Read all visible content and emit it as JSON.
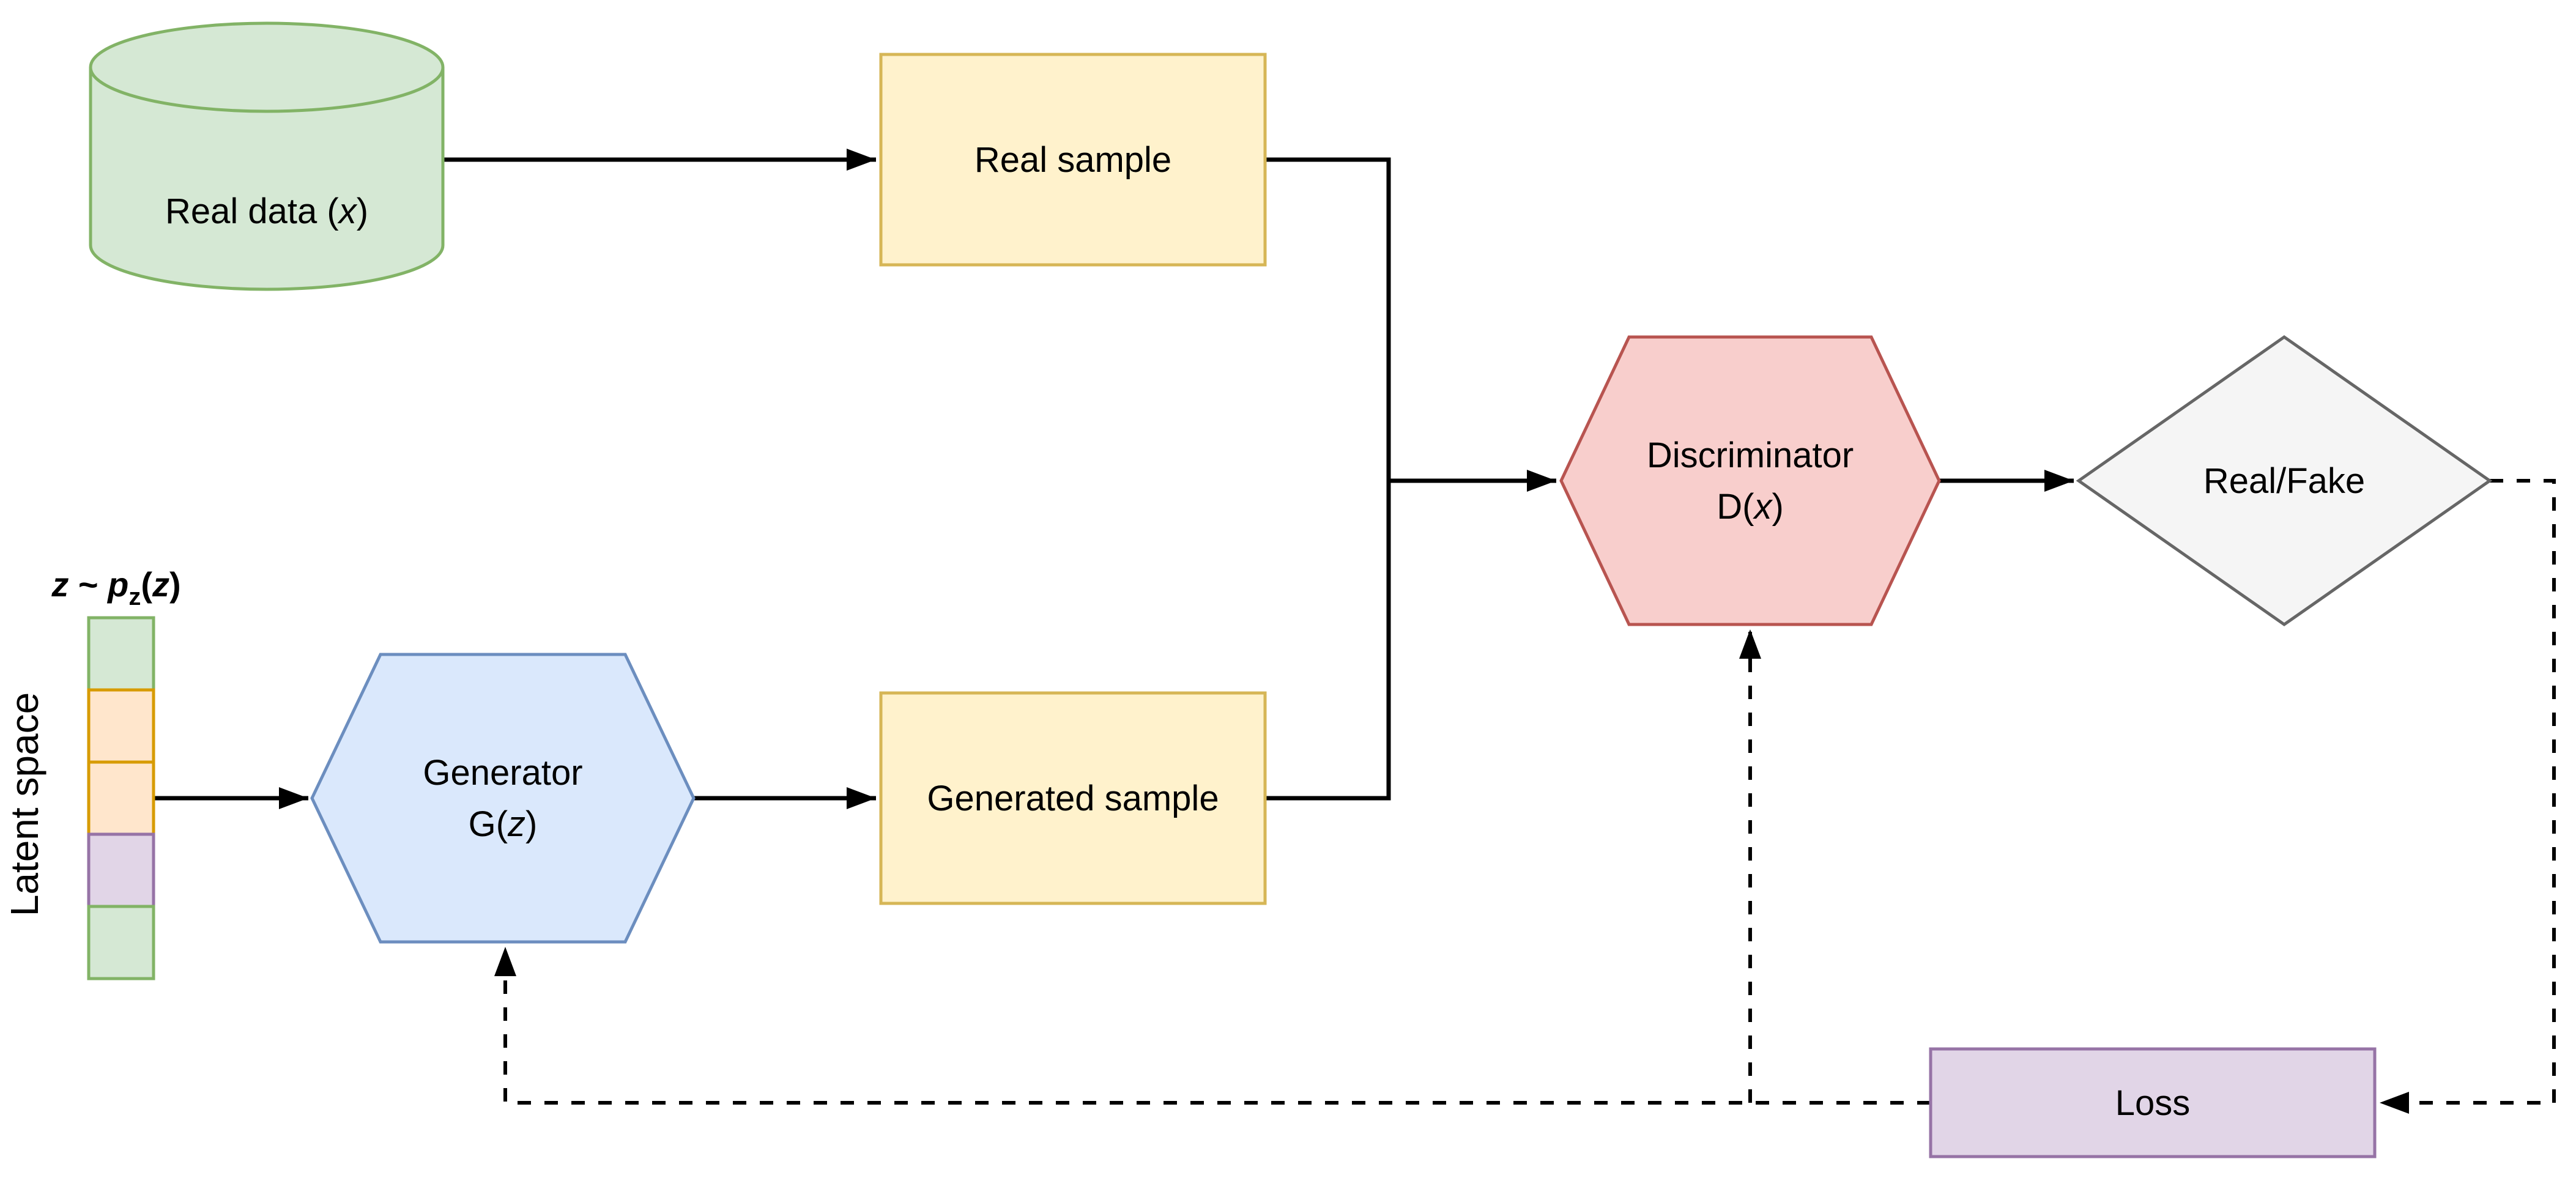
{
  "colors": {
    "background": "#ffffff",
    "line": "#000000",
    "text": "#000000",
    "green_fill": "#d5e8d4",
    "green_stroke": "#82b366",
    "yellow_fill": "#fff2cc",
    "yellow_stroke": "#d6b656",
    "orange_fill": "#ffe6cc",
    "orange_stroke": "#d79b00",
    "blue_fill": "#dae8fc",
    "blue_stroke": "#6c8ebf",
    "red_fill": "#f8cecc",
    "red_stroke": "#b85450",
    "purple_fill": "#e1d5e7",
    "purple_stroke": "#9673a6",
    "gray_fill": "#f5f5f5",
    "gray_stroke": "#666666"
  },
  "nodes": {
    "real_data": {
      "text_before": "Real data (",
      "text_var": "x",
      "text_after": ")"
    },
    "real_sample": {
      "label": "Real sample"
    },
    "generator": {
      "title": "Generator",
      "fn_before": "G(",
      "fn_var": "z",
      "fn_after": ")"
    },
    "generated_sample": {
      "label": "Generated sample"
    },
    "discriminator": {
      "title": "Discriminator",
      "fn_before": "D(",
      "fn_var": "x",
      "fn_after": ")"
    },
    "real_fake": {
      "label": "Real/Fake"
    },
    "loss": {
      "label": "Loss"
    }
  },
  "latent": {
    "axis_label": "Latent space",
    "formula": {
      "z1": "z",
      "tilde": " ~ ",
      "p": "p",
      "sub": "z",
      "open": "(",
      "z2": "z",
      "close": ")"
    },
    "cells": [
      {
        "color": "green"
      },
      {
        "color": "orange"
      },
      {
        "color": "orange"
      },
      {
        "color": "purple"
      },
      {
        "color": "green"
      }
    ]
  }
}
